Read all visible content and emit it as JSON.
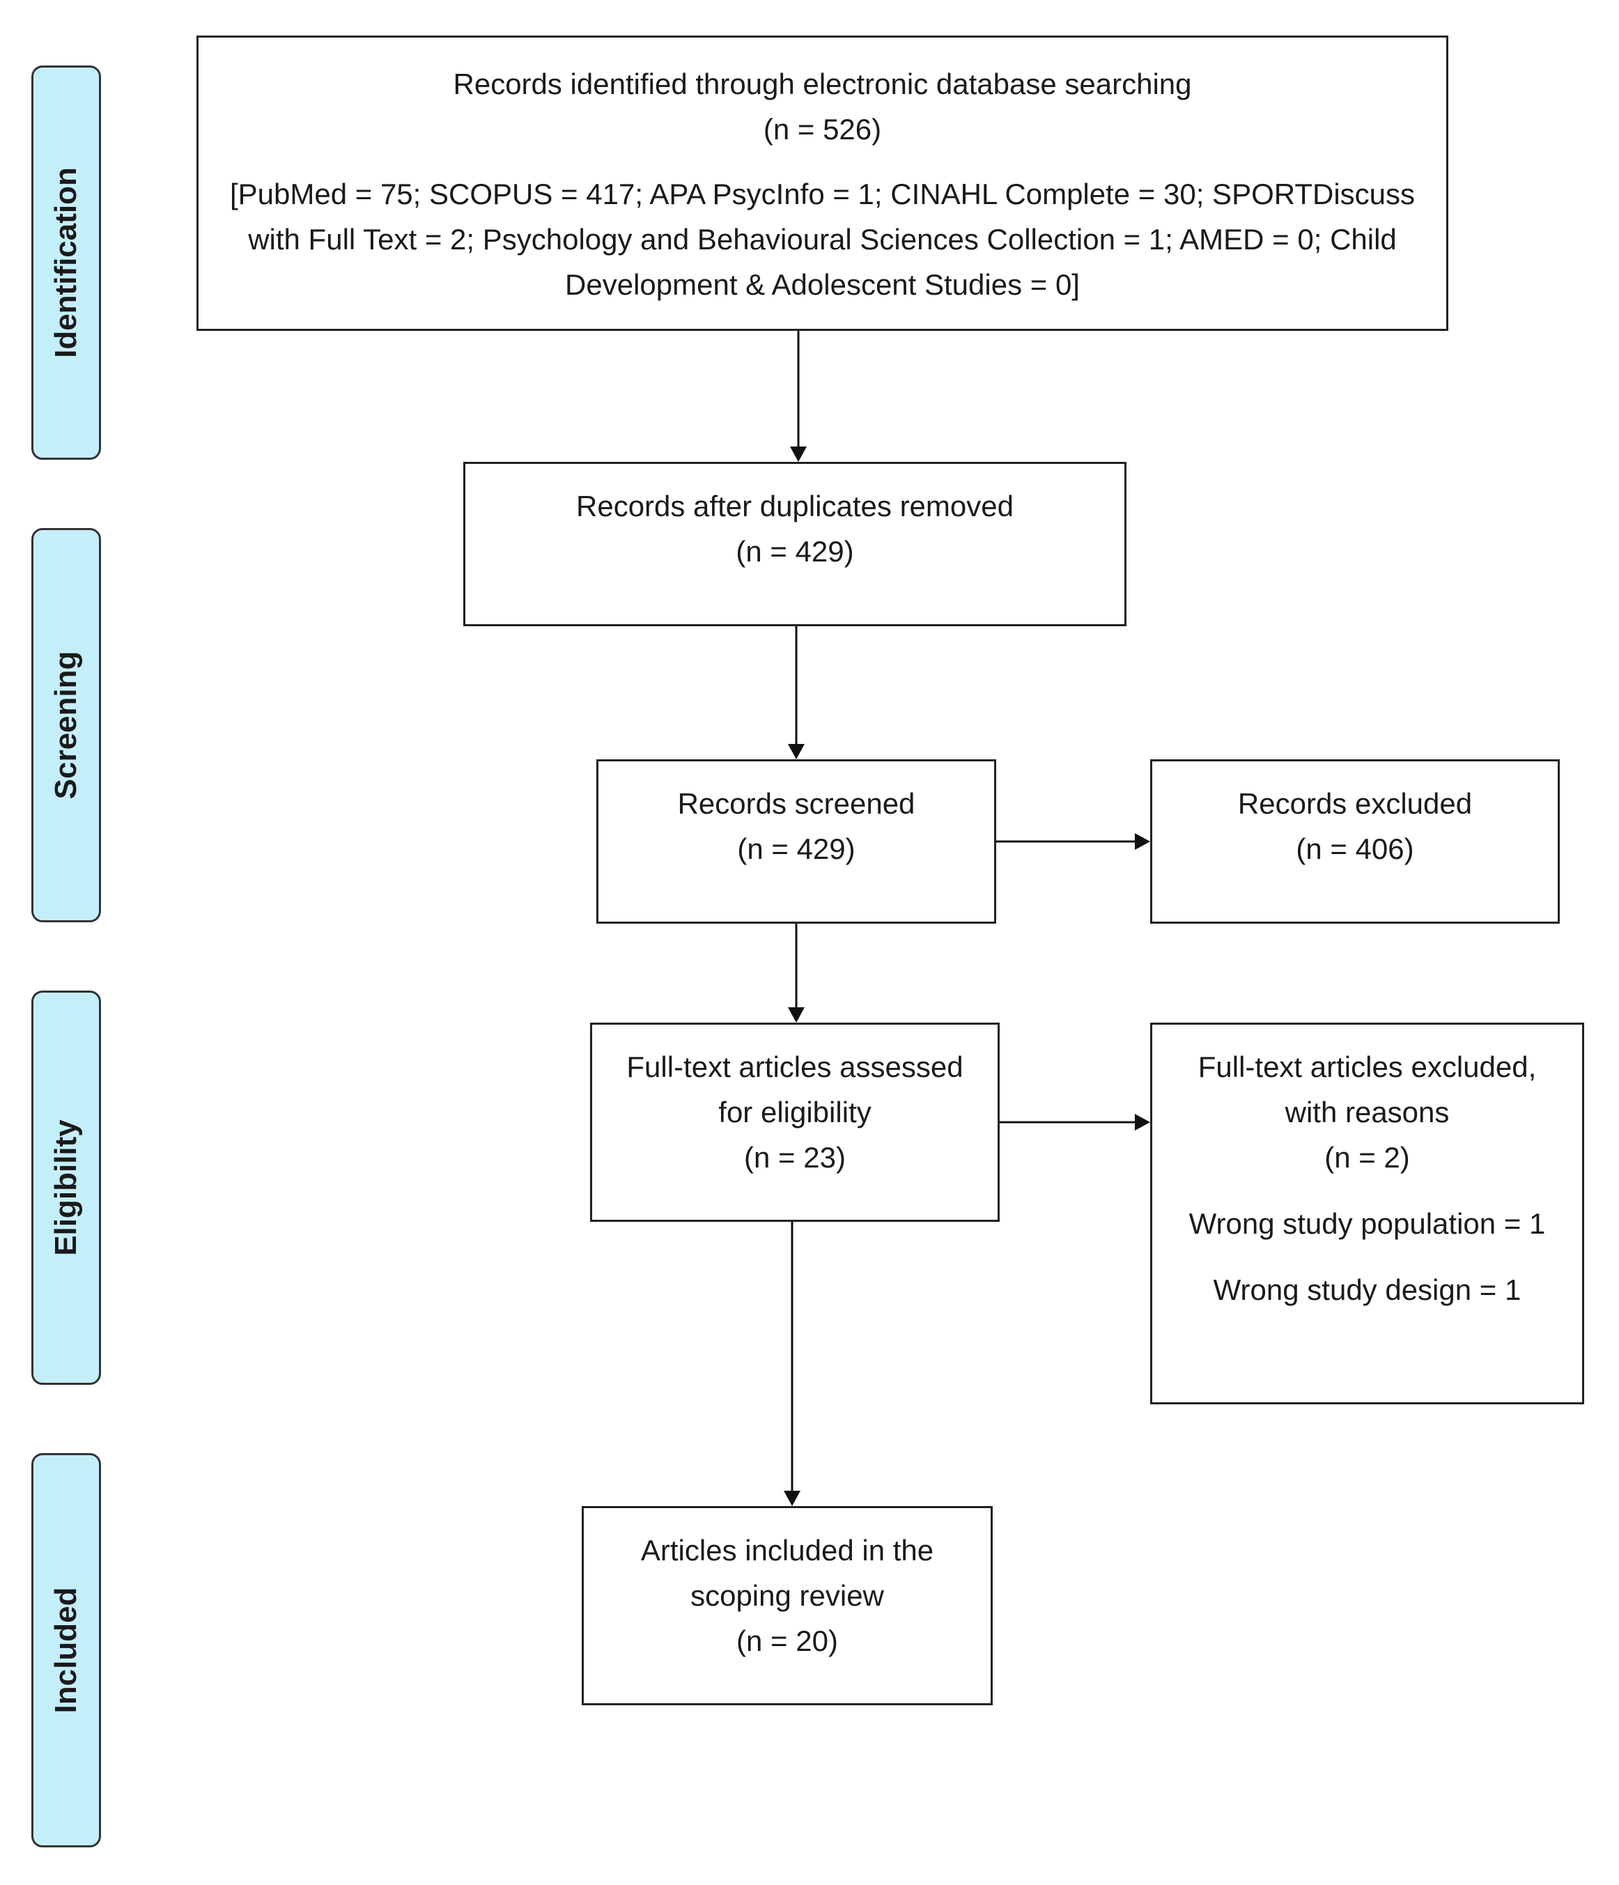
{
  "stages": {
    "identification": "Identification",
    "screening": "Screening",
    "eligibility": "Eligibility",
    "included": "Included"
  },
  "boxes": {
    "identified": {
      "title": "Records identified through electronic database searching",
      "count": "(n = 526)",
      "sources_line1": "[PubMed = 75; SCOPUS = 417; APA PsycInfo = 1; CINAHL Complete = 30; SPORTDiscuss",
      "sources_line2": "with Full Text = 2; Psychology and Behavioural Sciences Collection = 1; AMED = 0; Child",
      "sources_line3": "Development & Adolescent Studies = 0]"
    },
    "duplicates_removed": {
      "title": "Records after duplicates removed",
      "count": "(n = 429)"
    },
    "screened": {
      "title": "Records screened",
      "count": "(n = 429)"
    },
    "excluded": {
      "title": "Records excluded",
      "count": "(n = 406)"
    },
    "full_text_assessed": {
      "line1": "Full-text articles assessed",
      "line2": "for eligibility",
      "count": "(n = 23)"
    },
    "full_text_excluded": {
      "line1": "Full-text articles excluded,",
      "line2": "with reasons",
      "count": "(n = 2)",
      "reason1": "Wrong study population = 1",
      "reason2": "Wrong study design = 1"
    },
    "included": {
      "line1": "Articles included in the",
      "line2": "scoping review",
      "count": "(n = 20)"
    }
  },
  "colors": {
    "stage_fill": "#c5eefb",
    "box_border": "#222222",
    "arrow": "#111111"
  }
}
